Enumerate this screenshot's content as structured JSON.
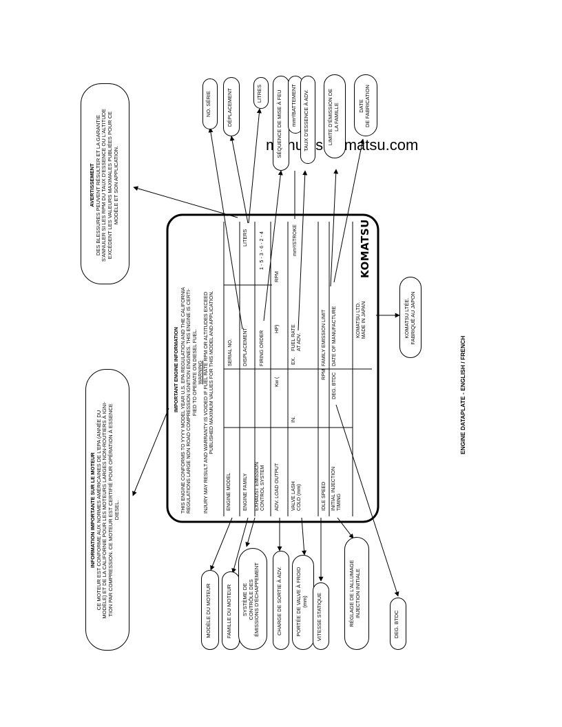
{
  "watermark": "manuals-komatsu.com",
  "page_title": "ENGINE DATAPLATE - ENGLISH / FRENCH",
  "warning_fr": {
    "title": "AVERTISSEMENT",
    "lines": [
      "DES BLESSURES PEUVENT RÉSULTER ET LA GARANTIE",
      "S'ANNULER SI LES RPM DU TAUX D'ESSENCE OU L'ALTITUDE",
      "EXCÈDENT LES VALEURS MAXIMALES PUBLIÉES POUR CE",
      "MODÈLE ET SON APPLICATION."
    ]
  },
  "info_fr": {
    "title": "INFORMATION IMPORTANTE SUR LE MOTEUR",
    "lines": [
      "CE MOTEUR EST CONFORME AUX NORMES AMÉRICAINES DE L'EPA (ANNÉE DU",
      "MODÈLE) ET DE LA CALIFORNIE POUR LES MOTEURS LARGES NON-ROUTIERS À IGNI-",
      "TION PAR COMPRESSION. CE MOTEUR EST CERTIFIÉ POUR OPÉRATION À ESSENCE",
      "DIESEL."
    ]
  },
  "plate": {
    "header": "IMPORTANT ENGINE INFORMATION",
    "conform_lines": [
      "THIS ENGINE CONFORMS TO YYYY MODEL YEAR U.S. EPA REGULATION AND THE CALIFORNIA",
      "REGULATIONS LARGE NON ROAD COMPRESSION IGNITION ENGINES. THIS ENGINE IS CERTI-",
      "FIED TO OPERATE ON DIESEL FUEL."
    ],
    "warning_title": "WARNING",
    "warning_lines": [
      "INJURY MAY RESULT AND WARRANTY IS VOIDED IF FUEL RATE RPM OR ALTITUDES EXCEED",
      "PUBLISHED MAXIMUM VALUES FOR THIS MODEL AND APPLICATION."
    ],
    "engine_model": "ENGINE MODEL",
    "serial_no": "SERIAL NO.",
    "engine_family": "ENGINE FAMILY",
    "displacement": "DISPLACEMENT",
    "liters": "LITERS",
    "exhaust": [
      "EXHAUST EMISSION",
      "CONTROL SYSTEM"
    ],
    "firing_order": "FIRING ORDER",
    "firing_value": "1 - 5 - 3 - 6 - 2 - 4",
    "adv_load": "ADV. LOAD OUTPUT",
    "kw": "Kw  (",
    "hp": "HP)",
    "rpm": "RPM",
    "valve": [
      "VALVE LASH",
      "COLD (mm)"
    ],
    "in": "IN.",
    "ex": "EX.",
    "fuel_rate": [
      "FUEL RATE",
      "AT ADV."
    ],
    "stroke": "mm³/STROKE",
    "idle": "IDLE SPEED",
    "rpm2": "RPM",
    "fel": "FAMILY EMISSION LIMIT",
    "initial": [
      "INITIAL INJECTION",
      "TIMING"
    ],
    "deg": "DEG. BTDC",
    "dom": "DATE OF MANUFACTURE",
    "logo": "KOMATSU",
    "made": [
      "KOMATSU LTD.",
      "MADE IN JAPAN"
    ]
  },
  "top_bubbles": {
    "serie": "NO. SÉRIE",
    "deplacement": "DÉPLACEMENT",
    "litres": "LITRES",
    "sequence": "SÉQUENCE DE MISE À FEU",
    "battement": "mm³/BATTEMENT",
    "taux": "TAUX D'ESSENCE À ADV.",
    "limite": [
      "LIMITE D'ÉMISSION DE",
      "LA FAMILLE"
    ],
    "date": [
      "DATE",
      "DE FABRICATION"
    ]
  },
  "komatsu_fr": [
    "KOMATSU LTÉE.",
    "FABRIQUÉ AU JAPON"
  ],
  "bottom_bubbles": {
    "modele": "MODÈLE DU MOTEUR",
    "famille": "FAMILLE DU MOTEUR",
    "systeme": [
      "SYSTÈME DE",
      "CONTRÔLE DES",
      "ÉMISSIONS D'ÉCHAPPEMENT"
    ],
    "charge": "CHARGE DE SORTIE À ADV.",
    "portee": [
      "PORTÉE DE VALVE À FROID",
      "(mm)"
    ],
    "vitesse": "VITESSE STATIQUE",
    "reglage": [
      "RÉGLAGE DE L'ALLUMAGE",
      "INJECTION INITIALE"
    ],
    "deg": "DEG. BTDC"
  }
}
